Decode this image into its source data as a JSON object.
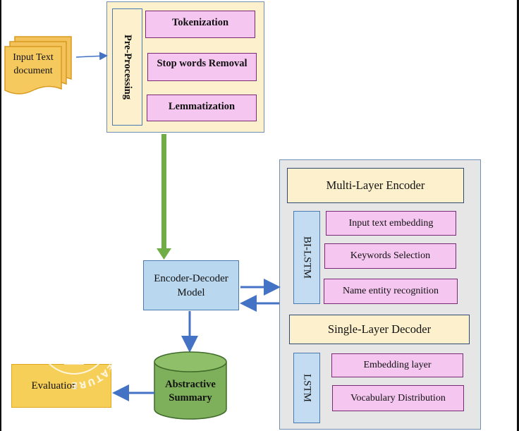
{
  "input_document": {
    "label_line1": "Input Text",
    "label_line2": "document"
  },
  "preprocessing": {
    "title": "Pre-Processing",
    "steps": [
      "Tokenization",
      "Stop words Removal",
      "Lemmatization"
    ]
  },
  "model": {
    "label_line1": "Encoder-Decoder",
    "label_line2": "Model"
  },
  "encoder_decoder_panel": {
    "encoder_title": "Multi-Layer Encoder",
    "encoder_side_label": "BI-LSTM",
    "encoder_items": [
      "Input text embedding",
      "Keywords Selection",
      "Name entity recognition"
    ],
    "decoder_title": "Single-Layer Decoder",
    "decoder_side_label": "LSTM",
    "decoder_items": [
      "Embedding layer",
      "Vocabulary Distribution"
    ]
  },
  "summary": {
    "label_line1": "Abstractive",
    "label_line2": "Summary"
  },
  "evaluation": {
    "label": "Evaluation"
  },
  "watermark": {
    "text": "THIS IS A BEFUNKY PLUS FEATURE"
  },
  "colors": {
    "pink": "#f5c6f0",
    "cream": "#fdf0cc",
    "blue_box": "#b9d7ee",
    "green_arrow": "#71ad47",
    "blue_arrow": "#4472c4",
    "panel_gray": "#e6e6e6",
    "side_blue": "#c3dcf2",
    "cylinder_green": "#7eaf5a",
    "evaluation_yellow": "#f6cf58"
  }
}
